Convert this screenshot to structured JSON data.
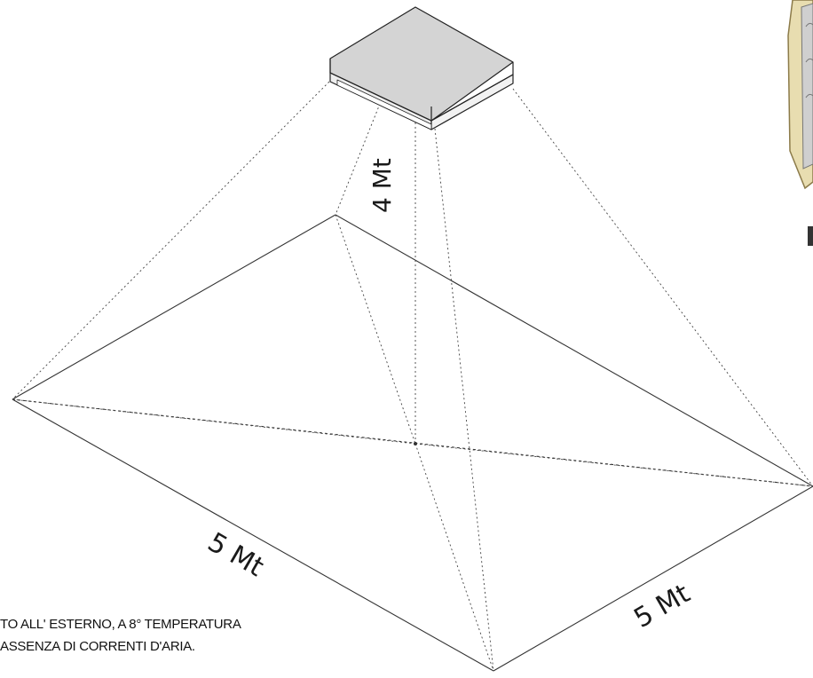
{
  "dimensions": {
    "height_label": "4 Mt",
    "side_left_label": "5 Mt",
    "side_right_label": "5 Mt"
  },
  "note": {
    "line1": "TO ALL' ESTERNO, A 8° TEMPERATURA",
    "line2": "ASSENZA DI CORRENTI D'ARIA."
  },
  "colors": {
    "device_top": "#d4d4d4",
    "device_side": "#eeeeee",
    "line": "#333333",
    "cropped_image_frame": "#e8ddb0"
  }
}
